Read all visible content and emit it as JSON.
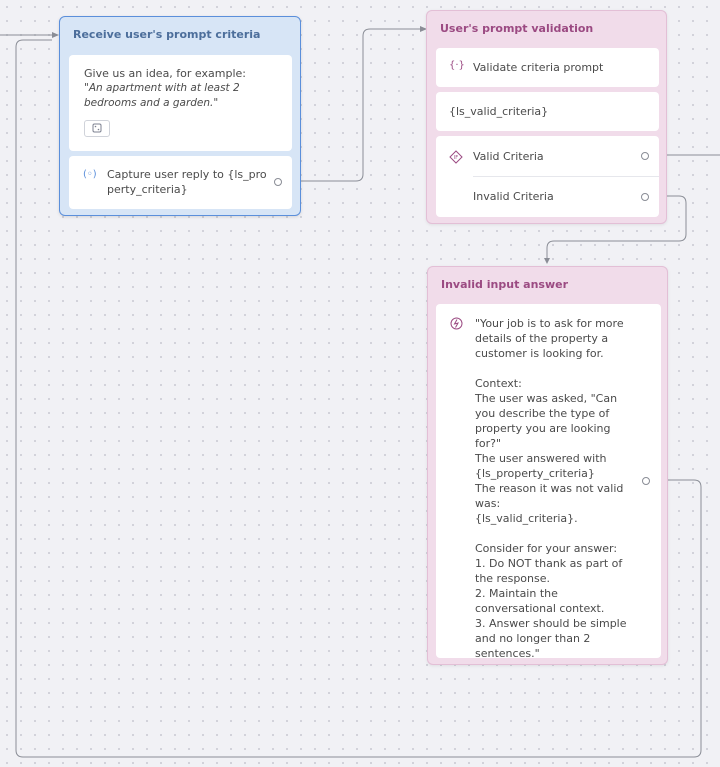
{
  "node_receive": {
    "title": "Receive user's prompt criteria",
    "idea_label": "Give us an idea, for example:",
    "idea_example": "\"An apartment with at least 2 bedrooms and a garden.\"",
    "capture_text": "Capture user reply to {ls_property_criteria}"
  },
  "node_validation": {
    "title": "User's prompt validation",
    "validate_label": "Validate criteria prompt",
    "variable": "{ls_valid_criteria}",
    "valid_label": "Valid Criteria",
    "invalid_label": "Invalid Criteria"
  },
  "node_invalid": {
    "title": "Invalid input answer",
    "message": "\"Your job is to ask for more details of the property a customer is looking for.\n\nContext:\nThe user was asked, \"Can you describe the type of property you are looking for?\"\nThe user answered with {ls_property_criteria}\nThe reason it was not valid was:\n{ls_valid_criteria}.\n\nConsider for your answer:\n1. Do NOT thank as part of the response.\n2. Maintain the conversational context.\n3. Answer should be simple and no longer than 2 sentences.\""
  },
  "colors": {
    "blue_node_bg": "#d7e5f6",
    "blue_node_border": "#5b8fdb",
    "pink_node_bg": "#f1dcea",
    "pink_title": "#9b4a82",
    "connector": "#8a8d96"
  },
  "icons": [
    "dice-icon",
    "capture-icon",
    "prompt-icon",
    "condition-icon",
    "ai-icon",
    "arrow-icon"
  ]
}
